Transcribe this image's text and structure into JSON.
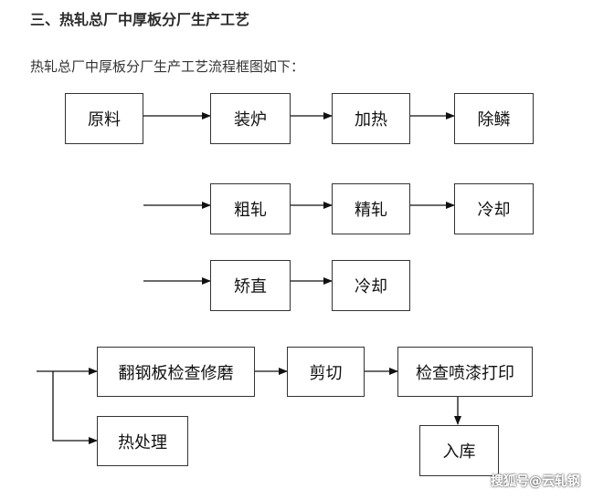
{
  "heading": "三、热轧总厂中厚板分厂生产工艺",
  "subtitle": "热轧总厂中厚板分厂生产工艺流程框图如下：",
  "steps": {
    "raw_material": "原料",
    "charging": "装炉",
    "heating": "加热",
    "descaling": "除鳞",
    "rough_rolling": "粗轧",
    "finish_rolling": "精轧",
    "cooling_1": "冷却",
    "straightening": "矫直",
    "cooling_2": "冷却",
    "flip_inspect_grind": "翻钢板检查修磨",
    "shearing": "剪切",
    "inspect_spray_print": "检查喷漆打印",
    "heat_treatment": "热处理",
    "warehousing": "入库"
  },
  "watermark": "搜狐号@云轧钢"
}
